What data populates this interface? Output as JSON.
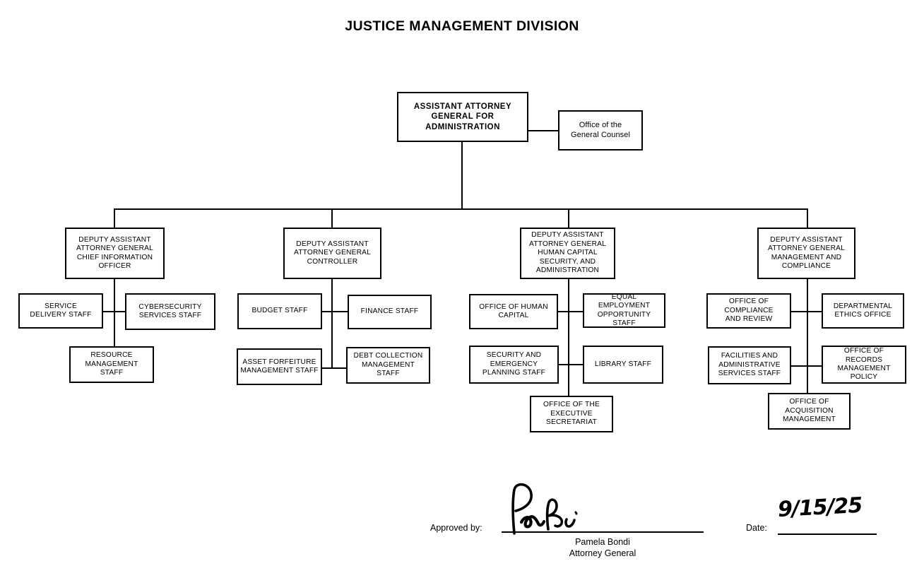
{
  "document": {
    "title": "JUSTICE MANAGEMENT DIVISION"
  },
  "org_chart": {
    "root": {
      "label": "ASSISTANT ATTORNEY\nGENERAL FOR\nADMINISTRATION"
    },
    "staff_aux": {
      "label": "Office of the\nGeneral Counsel"
    },
    "divisions": [
      {
        "head": "DEPUTY ASSISTANT\nATTORNEY GENERAL\nCHIEF INFORMATION\nOFFICER",
        "units": [
          "SERVICE\nDELIVERY STAFF",
          "CYBERSECURITY\nSERVICES  STAFF",
          "RESOURCE\nMANAGEMENT STAFF"
        ]
      },
      {
        "head": "DEPUTY ASSISTANT\nATTORNEY GENERAL\nCONTROLLER",
        "units": [
          "BUDGET  STAFF",
          "FINANCE  STAFF",
          "ASSET FORFEITURE\nMANAGEMENT STAFF",
          "DEBT COLLECTION\nMANAGEMENT STAFF"
        ]
      },
      {
        "head": "DEPUTY ASSISTANT\nATTORNEY GENERAL\nHUMAN CAPITAL\nSECURITY, AND\nADMINISTRATION",
        "units": [
          "OFFICE OF HUMAN\nCAPITAL",
          "EQUAL EMPLOYMENT\nOPPORTUNITY STAFF",
          "SECURITY  AND\nEMERGENCY\nPLANNING STAFF",
          "LIBRARY  STAFF",
          "OFFICE OF THE\nEXECUTIVE\nSECRETARIAT"
        ]
      },
      {
        "head": "DEPUTY ASSISTANT\nATTORNEY GENERAL\nMANAGEMENT AND\nCOMPLIANCE",
        "units": [
          "OFFICE OF COMPLIANCE\nAND REVIEW",
          "DEPARTMENTAL\nETHICS OFFICE",
          "FACILITIES AND\nADMINISTRATIVE\nSERVICES STAFF",
          "OFFICE OF RECORDS\nMANAGEMENT\nPOLICY",
          "OFFICE OF\nACQUISITION\nMANAGEMENT"
        ]
      }
    ]
  },
  "approval": {
    "approved_by_label": "Approved by:",
    "signer_name": "Pamela Bondi",
    "signer_title": "Attorney General",
    "date_label": "Date:",
    "date_value": "9/15/25"
  },
  "colors": {
    "ink": "#000000",
    "background": "#ffffff"
  }
}
